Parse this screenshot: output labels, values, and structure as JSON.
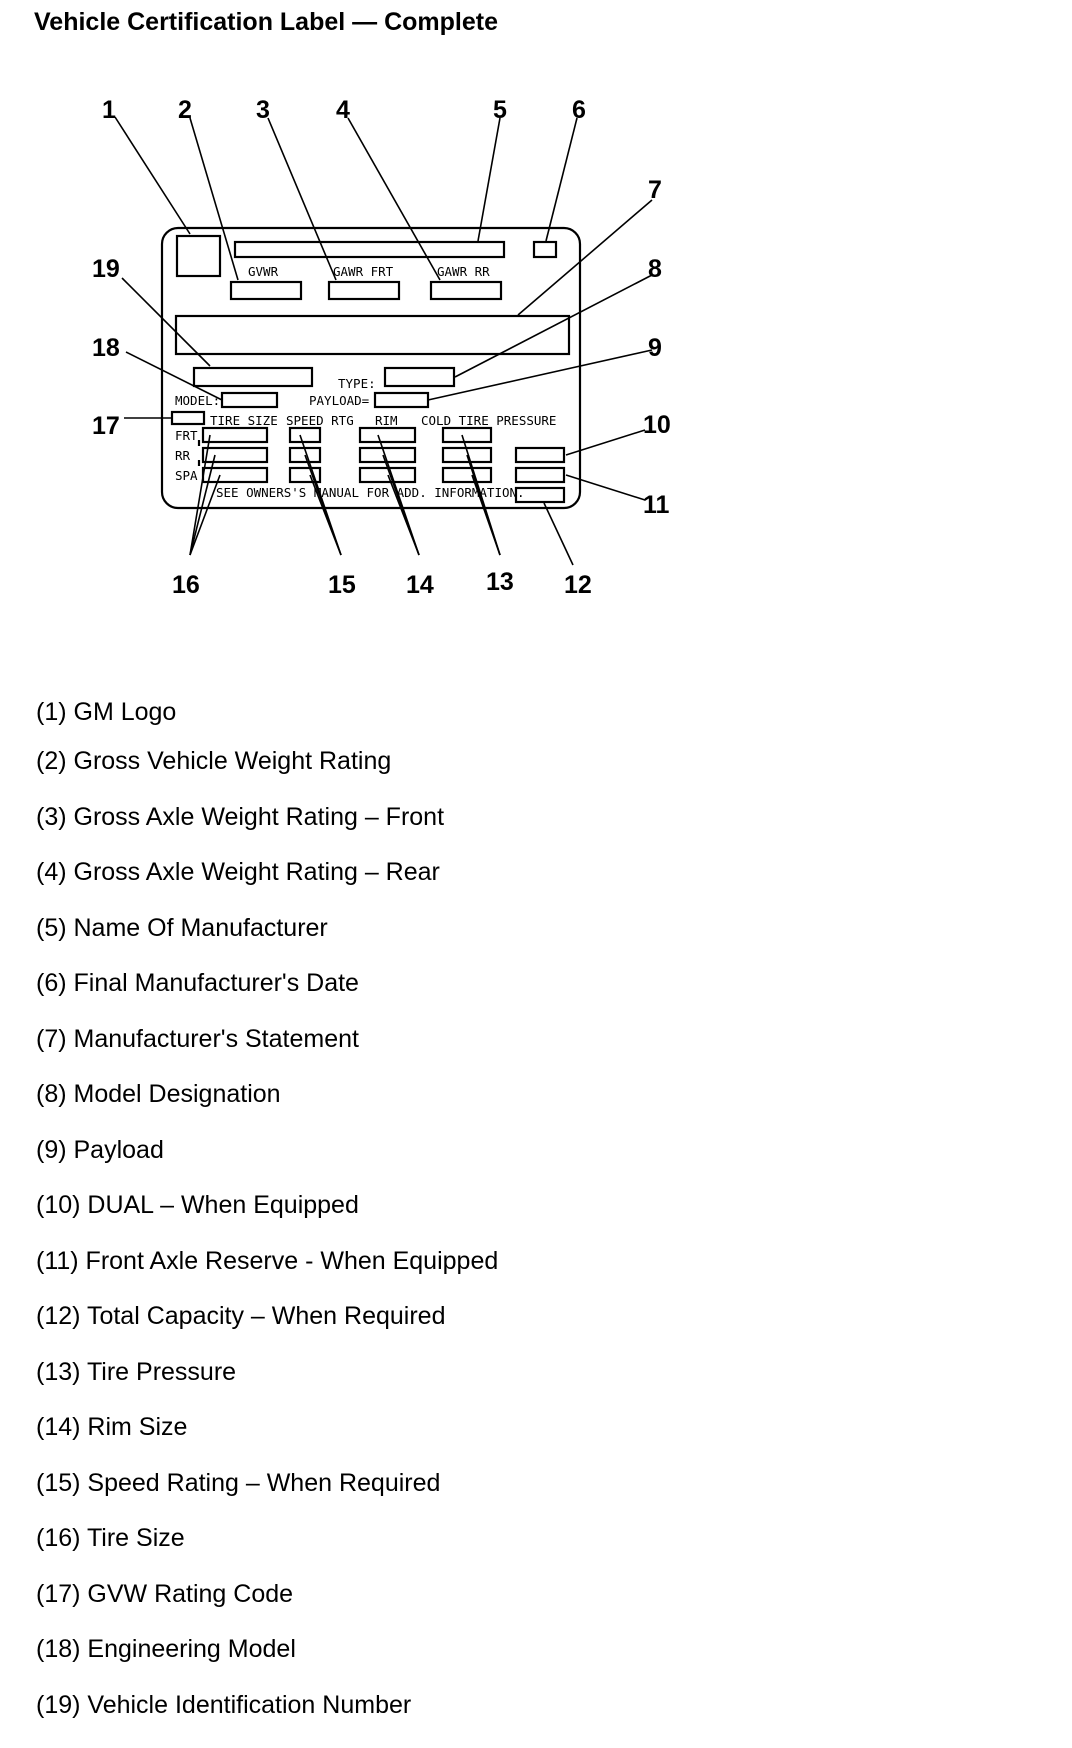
{
  "title": "Vehicle Certification Label — Complete",
  "label_text": {
    "gvwr": "GVWR",
    "gawr_frt": "GAWR FRT",
    "gawr_rr": "GAWR RR",
    "type": "TYPE:",
    "model": "MODEL:",
    "payload": "PAYLOAD=",
    "tire_size": "TIRE SIZE",
    "speed_rtg": "SPEED RTG",
    "rim": "RIM",
    "cold_tire_pressure": "COLD TIRE PRESSURE",
    "frt": "FRT",
    "rr": "RR",
    "spa": "SPA",
    "see_owners": "SEE OWNERS'S MANUAL FOR ADD. INFORMATION."
  },
  "callouts": [
    "1",
    "2",
    "3",
    "4",
    "5",
    "6",
    "7",
    "8",
    "9",
    "10",
    "11",
    "12",
    "13",
    "14",
    "15",
    "16",
    "17",
    "18",
    "19"
  ],
  "legend": [
    "(1) GM Logo",
    "(2) Gross Vehicle Weight Rating",
    "(3) Gross Axle Weight Rating – Front",
    "(4) Gross Axle Weight Rating – Rear",
    "(5) Name Of Manufacturer",
    "(6) Final Manufacturer's Date",
    "(7) Manufacturer's Statement",
    "(8) Model Designation",
    "(9) Payload",
    "(10) DUAL – When Equipped",
    "(11) Front Axle Reserve - When Equipped",
    "(12) Total Capacity – When Required",
    "(13) Tire Pressure",
    "(14) Rim Size",
    "(15) Speed Rating – When Required",
    "(16) Tire Size",
    "(17) GVW Rating Code",
    "(18) Engineering Model",
    "(19) Vehicle Identification Number"
  ]
}
